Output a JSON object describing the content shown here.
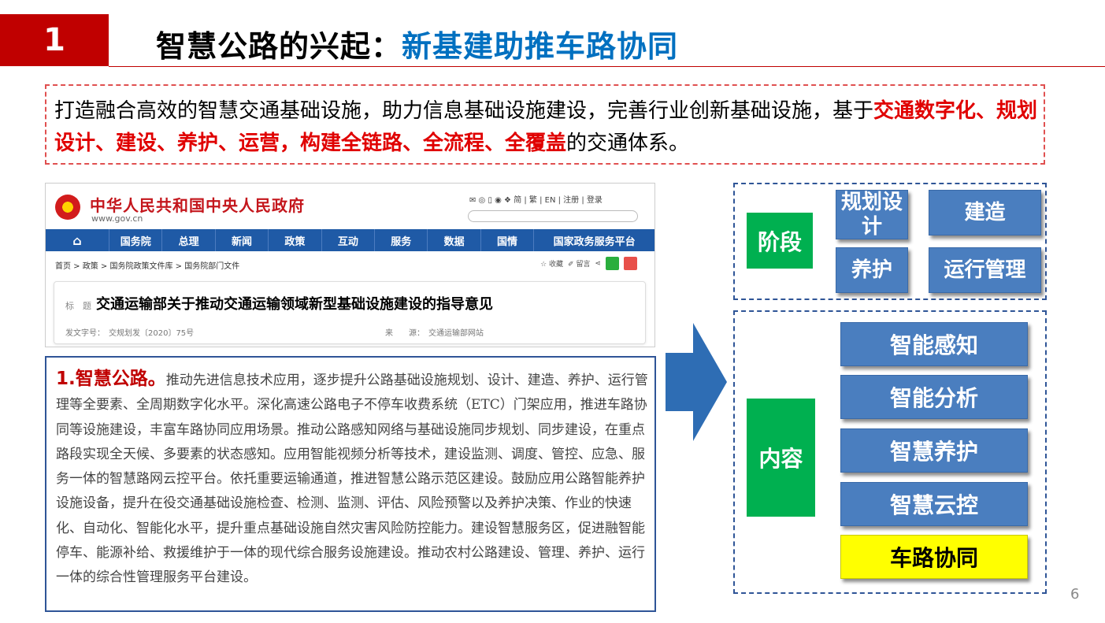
{
  "header": {
    "number": "1",
    "title_main": "智慧公路的兴起：",
    "title_highlight": "新基建助推车路协同"
  },
  "intro": {
    "part1": "打造融合高效的智慧交通基础设施，助力信息基础设施建设，完善行业创新基础设施，基于",
    "part2_red": "交通数字化、规划设计、建设、养护、运营，构建全链路、全流程、全覆盖",
    "part3": "的交通体系。"
  },
  "gov": {
    "site_name": "中华人民共和国中央人民政府",
    "url": "www.gov.cn",
    "top_links": "✉ ◎ ▯ ◉ ❖ 简 | 繁 | EN | 注册 | 登录",
    "nav": [
      "国务院",
      "总理",
      "新闻",
      "政策",
      "互动",
      "服务",
      "数据",
      "国情",
      "国家政务服务平台"
    ],
    "breadcrumb": "首页 > 政策 > 国务院政策文件库 > 国务院部门文件",
    "tools_collect": "☆ 收藏",
    "tools_print": "✐ 留言",
    "tools_share": "⋖",
    "doc_title_label": "标　题",
    "doc_title": "交通运输部关于推动交通运输领域新型基础设施建设的指导意见",
    "doc_number": "发文字号：　交规划发〔2020〕75号",
    "doc_source": "来　　源：　交通运输部网站"
  },
  "body": {
    "lead": "1.智慧公路。",
    "text": "推动先进信息技术应用，逐步提升公路基础设施规划、设计、建造、养护、运行管理等全要素、全周期数字化水平。深化高速公路电子不停车收费系统（ETC）门架应用，推进车路协同等设施建设，丰富车路协同应用场景。推动公路感知网络与基础设施同步规划、同步建设，在重点路段实现全天候、多要素的状态感知。应用智能视频分析等技术，建设监测、调度、管控、应急、服务一体的智慧路网云控平台。依托重要运输通道，推进智慧公路示范区建设。鼓励应用公路智能养护设施设备，提升在役交通基础设施检查、检测、监测、评估、风险预警以及养护决策、作业的快速化、自动化、智能化水平，提升重点基础设施自然灾害风险防控能力。建设智慧服务区，促进融智能停车、能源补给、救援维护于一体的现代综合服务设施建设。推动农村公路建设、管理、养护、运行一体的综合性管理服务平台建设。"
  },
  "stage": {
    "label": "阶段",
    "items": [
      "规划设计",
      "建造",
      "养护",
      "运行管理"
    ]
  },
  "content": {
    "label": "内容",
    "items": [
      "智能感知",
      "智能分析",
      "智慧养护",
      "智慧云控",
      "车路协同"
    ]
  },
  "page_number": "6",
  "colors": {
    "red": "#c00000",
    "blue_title": "#0070c0",
    "button_blue": "#4a7ebf",
    "green": "#00b050",
    "yellow": "#ffff00",
    "border_blue": "#2f5597"
  }
}
